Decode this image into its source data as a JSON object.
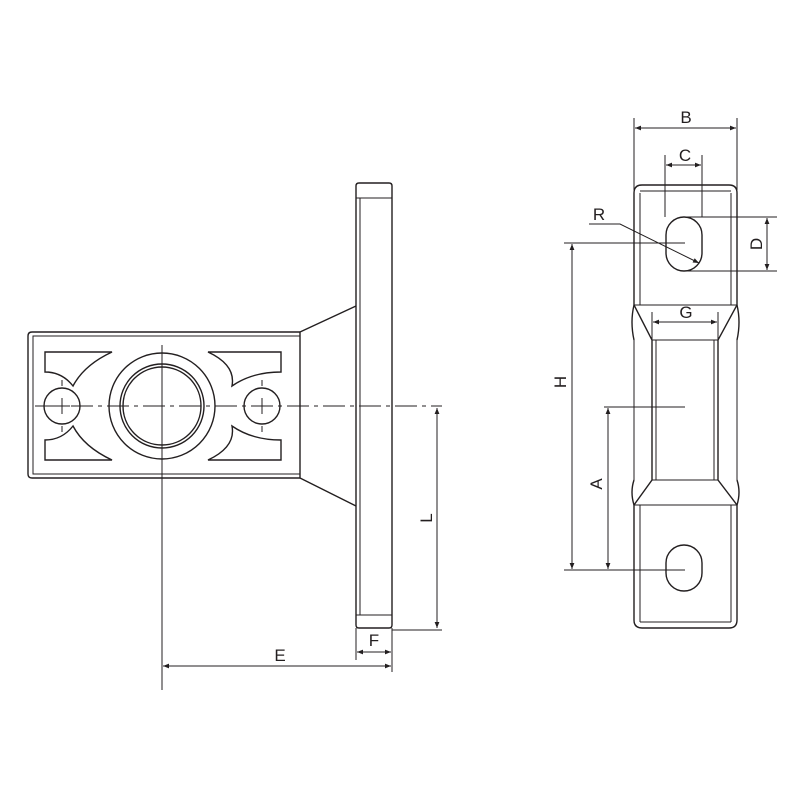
{
  "drawing": {
    "labels": {
      "A": "A",
      "B": "B",
      "C": "C",
      "D": "D",
      "E": "E",
      "F": "F",
      "G": "G",
      "H": "H",
      "L": "L",
      "R": "R"
    },
    "line_color": "#231f20"
  }
}
